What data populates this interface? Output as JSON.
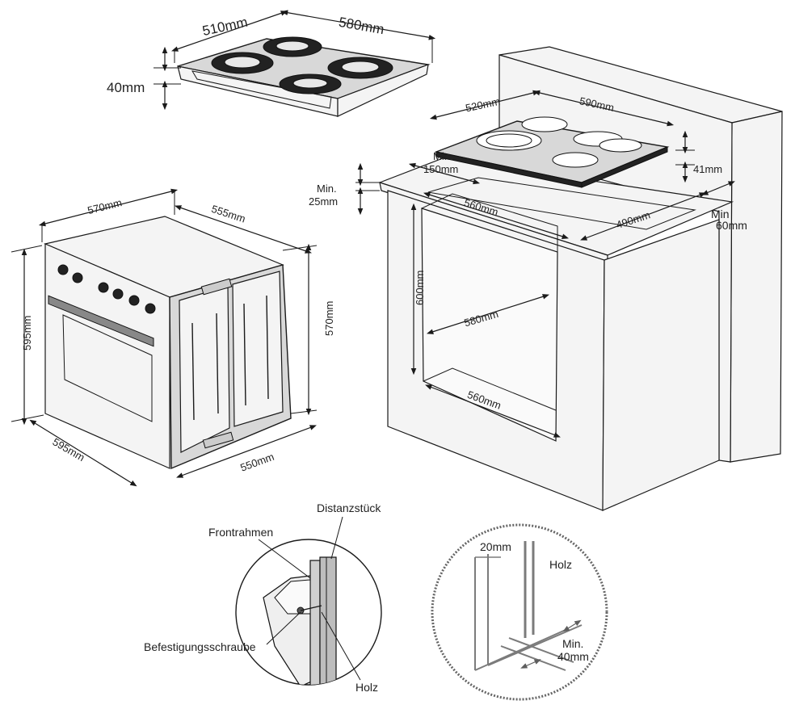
{
  "hob_gas": {
    "width_label": "510mm",
    "depth_label": "580mm",
    "height_label": "40mm"
  },
  "oven": {
    "width_top_label": "570mm",
    "depth_top_label": "555mm",
    "height_front_label": "595mm",
    "width_front_label": "595mm",
    "height_side_label": "570mm",
    "depth_bottom_label": "550mm"
  },
  "cabinet": {
    "hob_width_label": "520mm",
    "hob_depth_label": "590mm",
    "hob_height_label": "41mm",
    "min_back_label_1": "Min.",
    "min_back_label_2": "150mm",
    "min_top_label_1": "Min.",
    "min_top_label_2": "25mm",
    "cutout_width_label": "560mm",
    "cutout_depth_label": "490mm",
    "min_side_label_1": "Min",
    "min_side_label_2": "60mm",
    "niche_height_label": "600mm",
    "niche_width_label": "580mm",
    "niche_bottom_label": "560mm"
  },
  "detail_left": {
    "distanzstueck": "Distanzstück",
    "frontrahmen": "Frontrahmen",
    "befestigungsschraube": "Befestigungsschraube",
    "holz": "Holz"
  },
  "detail_right": {
    "gap_label": "20mm",
    "holz": "Holz",
    "min_label_1": "Min.",
    "min_label_2": "40mm"
  }
}
